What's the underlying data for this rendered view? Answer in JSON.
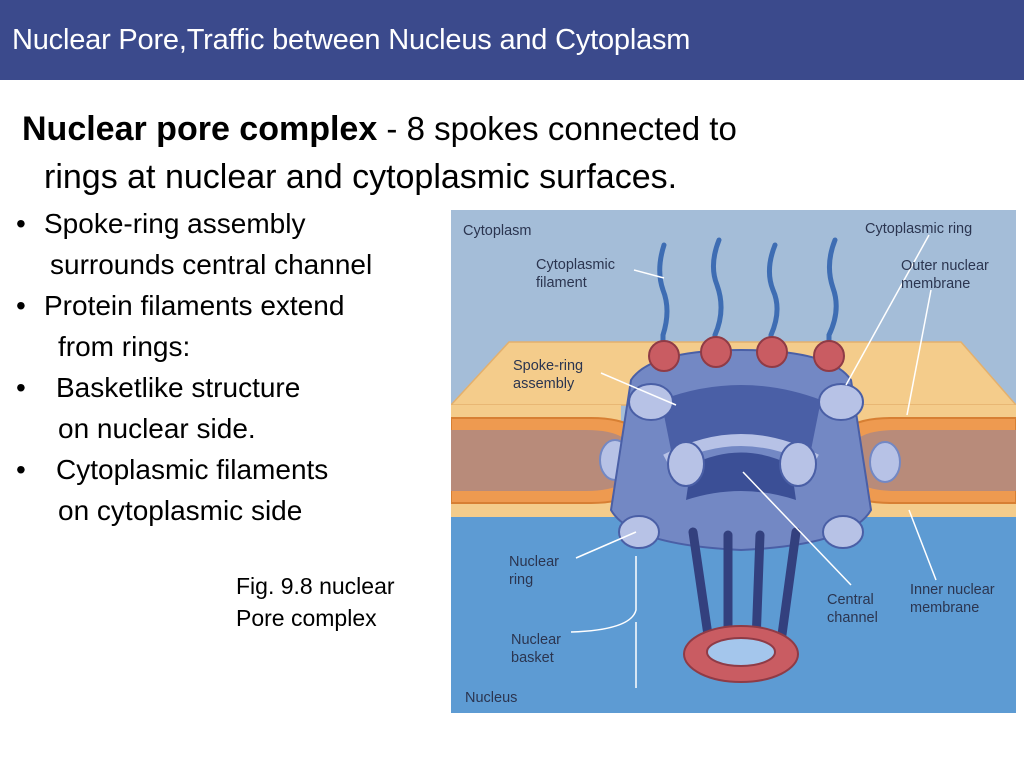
{
  "slide": {
    "title": "Nuclear Pore,Traffic between Nucleus and Cytoplasm"
  },
  "heading": {
    "bold": "Nuclear pore complex",
    "rest": " - 8 spokes connected to",
    "line2": "rings at nuclear and cytoplasmic surfaces."
  },
  "bullets": [
    {
      "marker": "•",
      "line1": "Spoke-ring assembly",
      "line2": "surrounds central channel"
    },
    {
      "marker": "•",
      "line1": "Protein filaments extend",
      "line2": "from rings:"
    },
    {
      "marker": "•",
      "line1": "Basketlike structure",
      "line2": "on nuclear side."
    },
    {
      "marker": "•",
      "line1": "Cytoplasmic filaments",
      "line2": "on cytoplasmic side"
    }
  ],
  "caption": {
    "line1": "Fig. 9.8 nuclear",
    "line2": "Pore complex"
  },
  "figure": {
    "labels": {
      "cytoplasm": "Cytoplasm",
      "cytoplasmic_ring": "Cytoplasmic ring",
      "cytoplasmic_filament_1": "Cytoplasmic",
      "cytoplasmic_filament_2": "filament",
      "outer_membrane_1": "Outer nuclear",
      "outer_membrane_2": "membrane",
      "spoke_ring_1": "Spoke-ring",
      "spoke_ring_2": "assembly",
      "nuclear_ring_1": "Nuclear",
      "nuclear_ring_2": "ring",
      "nuclear_basket_1": "Nuclear",
      "nuclear_basket_2": "basket",
      "central_channel_1": "Central",
      "central_channel_2": "channel",
      "inner_membrane_1": "Inner nuclear",
      "inner_membrane_2": "membrane",
      "nucleus": "Nucleus"
    },
    "colors": {
      "cytoplasm": "#a4bdd8",
      "nucleus": "#5d9bd3",
      "membrane_fill": "#f4cc8b",
      "membrane_inner": "#ee9a50",
      "membrane_outline": "#d77f33",
      "spokes": "#7388c4",
      "spokes_light": "#b7c2e6",
      "channel": "#4a5fa6",
      "ring_beads": "#c95c62",
      "filaments": "#3e6db3",
      "basket_posts": "#4a5597"
    }
  }
}
